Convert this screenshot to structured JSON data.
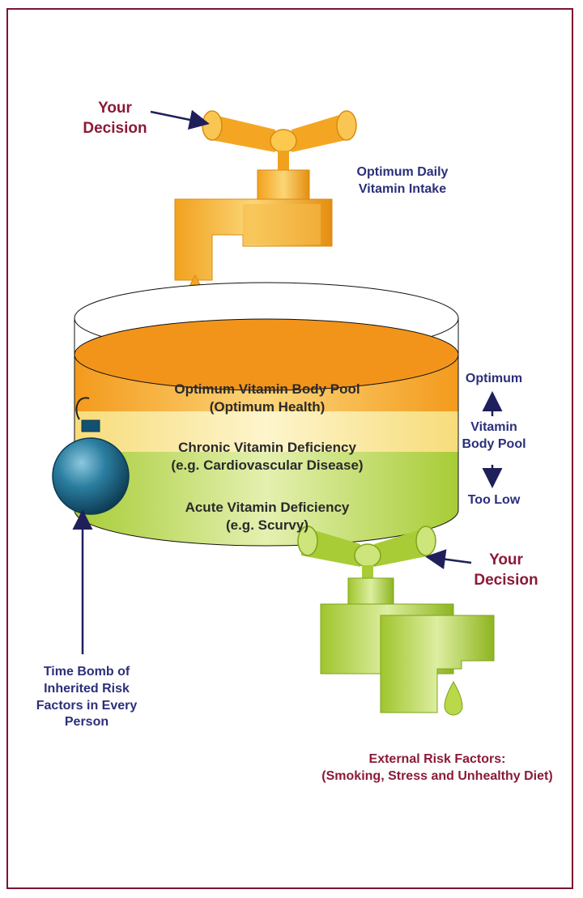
{
  "colors": {
    "frame": "#7a1530",
    "maroon_text": "#8b1a38",
    "navy_text": "#2b2f7a",
    "orange_layer": "#f5a623",
    "yellow_layer": "#fbeaa0",
    "green_layer": "#b9d84a",
    "bomb": "#1f6a8a"
  },
  "top_tap": {
    "decision_line1": "Your",
    "decision_line2": "Decision",
    "intake_line1": "Optimum Daily",
    "intake_line2": "Vitamin Intake"
  },
  "tank": {
    "layers": [
      {
        "line1": "Optimum Vitamin Body Pool",
        "line2": "(Optimum Health)"
      },
      {
        "line1": "Chronic Vitamin Deficiency",
        "line2": "(e.g. Cardiovascular Disease)"
      },
      {
        "line1": "Acute Vitamin Deficiency",
        "line2": "(e.g. Scurvy)"
      }
    ]
  },
  "scale": {
    "top": "Optimum",
    "middle_line1": "Vitamin",
    "middle_line2": "Body Pool",
    "bottom": "Too Low"
  },
  "bottom_tap": {
    "decision_line1": "Your",
    "decision_line2": "Decision",
    "risk_line1": "External Risk Factors:",
    "risk_line2": "(Smoking, Stress and Unhealthy Diet)"
  },
  "bomb": {
    "line1": "Time Bomb of",
    "line2": "Inherited Risk",
    "line3": "Factors in Every",
    "line4": "Person"
  }
}
